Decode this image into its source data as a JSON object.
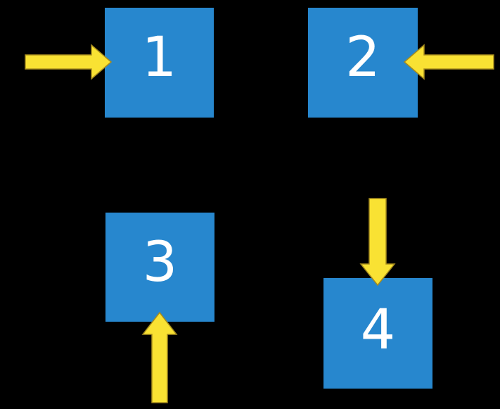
{
  "colors": {
    "background": "#000000",
    "square-blue": "#2787CE",
    "arrow-yellow": "#F9E233",
    "arrow-outline": "#A68B1E",
    "number-white": "#FFFFFF"
  },
  "squares": [
    {
      "label": "1"
    },
    {
      "label": "2"
    },
    {
      "label": "3"
    },
    {
      "label": "4"
    }
  ],
  "arrows": [
    {
      "icon": "right-arrow-icon",
      "direction": "right",
      "target": "square-1"
    },
    {
      "icon": "left-arrow-icon",
      "direction": "left",
      "target": "square-2"
    },
    {
      "icon": "up-arrow-icon",
      "direction": "up",
      "target": "square-3"
    },
    {
      "icon": "down-arrow-icon",
      "direction": "down",
      "target": "square-4"
    }
  ]
}
